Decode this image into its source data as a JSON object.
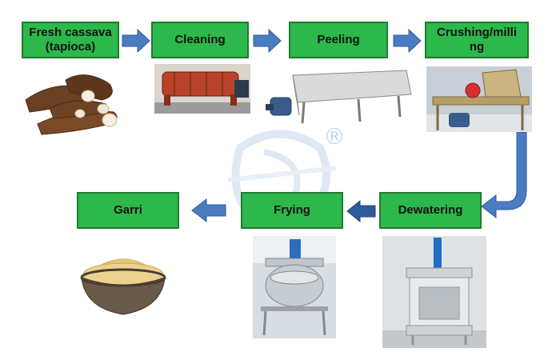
{
  "colors": {
    "box_fill": "#2db84b",
    "box_border": "#1f7a32",
    "arrow": "#4a7cc2",
    "arrow_dark": "#2f5a9e",
    "watermark": "#c7d6ea"
  },
  "watermark": {
    "mark": "®"
  },
  "steps": [
    {
      "label": "Fresh cassava (tapioca)",
      "line1": "Fresh cassava",
      "line2": "(tapioca)"
    },
    {
      "label": "Cleaning"
    },
    {
      "label": "Peeling"
    },
    {
      "label": "Crushing/milling",
      "line1": "Crushing/milli",
      "line2": "ng"
    },
    {
      "label": "Dewatering"
    },
    {
      "label": "Frying"
    },
    {
      "label": "Garri"
    }
  ],
  "images": [
    {
      "name": "cassava-roots-image"
    },
    {
      "name": "washing-machine-image"
    },
    {
      "name": "peeling-machine-image"
    },
    {
      "name": "crusher-machine-image"
    },
    {
      "name": "hydraulic-press-image"
    },
    {
      "name": "frying-pan-machine-image"
    },
    {
      "name": "garri-bowl-image"
    }
  ]
}
